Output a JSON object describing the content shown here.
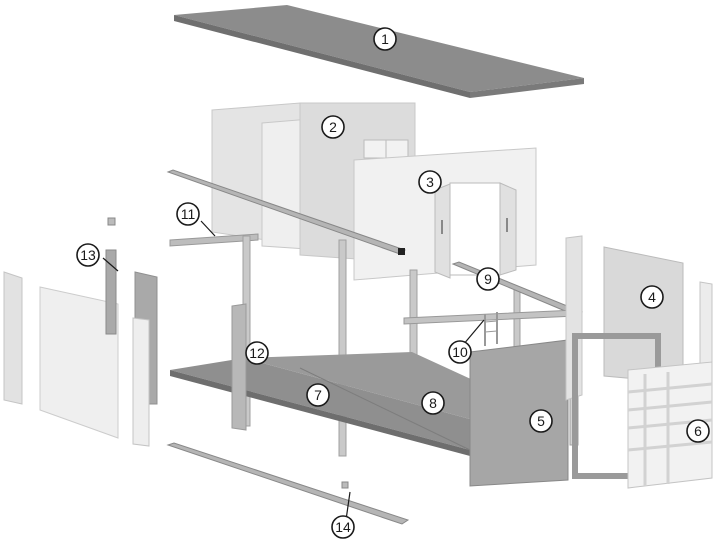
{
  "callouts": {
    "c1": "1",
    "c2": "2",
    "c3": "3",
    "c4": "4",
    "c5": "5",
    "c6": "6",
    "c7": "7",
    "c8": "8",
    "c9": "9",
    "c10": "10",
    "c11": "11",
    "c12": "12",
    "c13": "13",
    "c14": "14"
  },
  "colors": {
    "roof_panel": "#8c8c8c",
    "wall_panel": "#e6e6e6",
    "door_panel": "#a8a8a8",
    "floor_panel": "#8f8f8f",
    "frame_beam": "#b5b5b5",
    "line": "#1a1a1a"
  }
}
